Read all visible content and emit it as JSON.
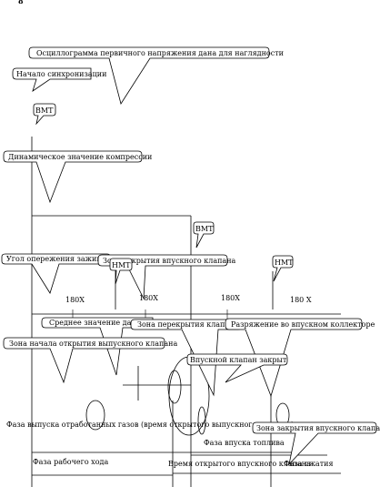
{
  "page_marker": "8",
  "callouts": {
    "oscillogram": "Осциллограмма первичного напряжения дана для наглядности",
    "sync_start": "Начало синхронизации",
    "bmt_top": "ВМТ",
    "dyn_compression": "Динамическое значение компрессии",
    "bmt_mid": "ВМТ",
    "ign_advance": "Угол опережения зажигания",
    "intake_open_zone": "Зона открытия впускного клапана",
    "nmt_left": "НМТ",
    "nmt_right": "НМТ",
    "avg_pressure": "Среднее значение давления",
    "overlap_zone": "Зона перекрытия клапанов",
    "intake_vacuum": "Разряжение во впускном коллекторе",
    "exhaust_open_start": "Зона начала открытия выпускного клапана",
    "intake_closed": "Впускной клапан закрыт",
    "exhaust_phase": "Фаза выпуска отработанных газов (время открытого выпускного клапана)",
    "intake_close_zone": "Зона закрытия впускного клапана",
    "fuel_intake_phase": "Фаза впуска топлива",
    "work_phase": "Фаза рабочего хода",
    "intake_open_time": "Время открытого впускного клапана",
    "compression_phase": "Фаза сжатия"
  },
  "axis_labels": [
    "180X",
    "180X",
    "180X",
    "180 X"
  ]
}
